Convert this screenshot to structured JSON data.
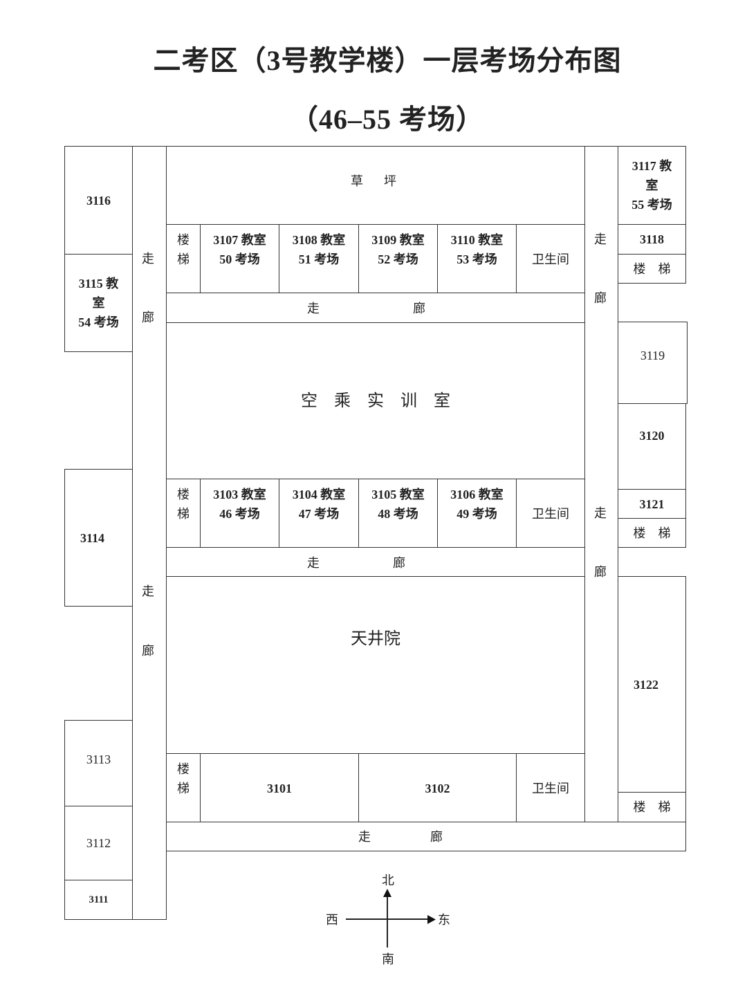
{
  "title": "二考区（3号教学楼）一层考场分布图",
  "subtitle": "（46–55 考场）",
  "corridor": {
    "zou": "走",
    "lang": "廊"
  },
  "areas": {
    "lawn": "草　坪",
    "training": "空　乘　实　训　室",
    "courtyard": "天井院"
  },
  "stairs": {
    "v1": "楼",
    "v2": "梯",
    "h": "楼　梯"
  },
  "wc": "卫生间",
  "rooms": {
    "r3116": [
      "3116"
    ],
    "r3115": [
      "3115 教",
      "室",
      "54 考场"
    ],
    "r3114": [
      "3114"
    ],
    "r3113": [
      "3113"
    ],
    "r3112": [
      "3112"
    ],
    "r3111": [
      "3111"
    ],
    "r3107": [
      "3107 教室",
      "50 考场"
    ],
    "r3108": [
      "3108 教室",
      "51 考场"
    ],
    "r3109": [
      "3109 教室",
      "52 考场"
    ],
    "r3110": [
      "3110 教室",
      "53 考场"
    ],
    "r3103": [
      "3103 教室",
      "46 考场"
    ],
    "r3104": [
      "3104 教室",
      "47 考场"
    ],
    "r3105": [
      "3105 教室",
      "48 考场"
    ],
    "r3106": [
      "3106 教室",
      "49 考场"
    ],
    "r3101": [
      "3101"
    ],
    "r3102": [
      "3102"
    ],
    "r3117": [
      "3117 教",
      "室",
      "55 考场"
    ],
    "r3118": [
      "3118"
    ],
    "r3119": [
      "3119"
    ],
    "r3120": [
      "3120"
    ],
    "r3121": [
      "3121"
    ],
    "r3122": [
      "3122"
    ]
  },
  "compass": {
    "north": "北",
    "south": "南",
    "west": "西",
    "east": "东"
  }
}
